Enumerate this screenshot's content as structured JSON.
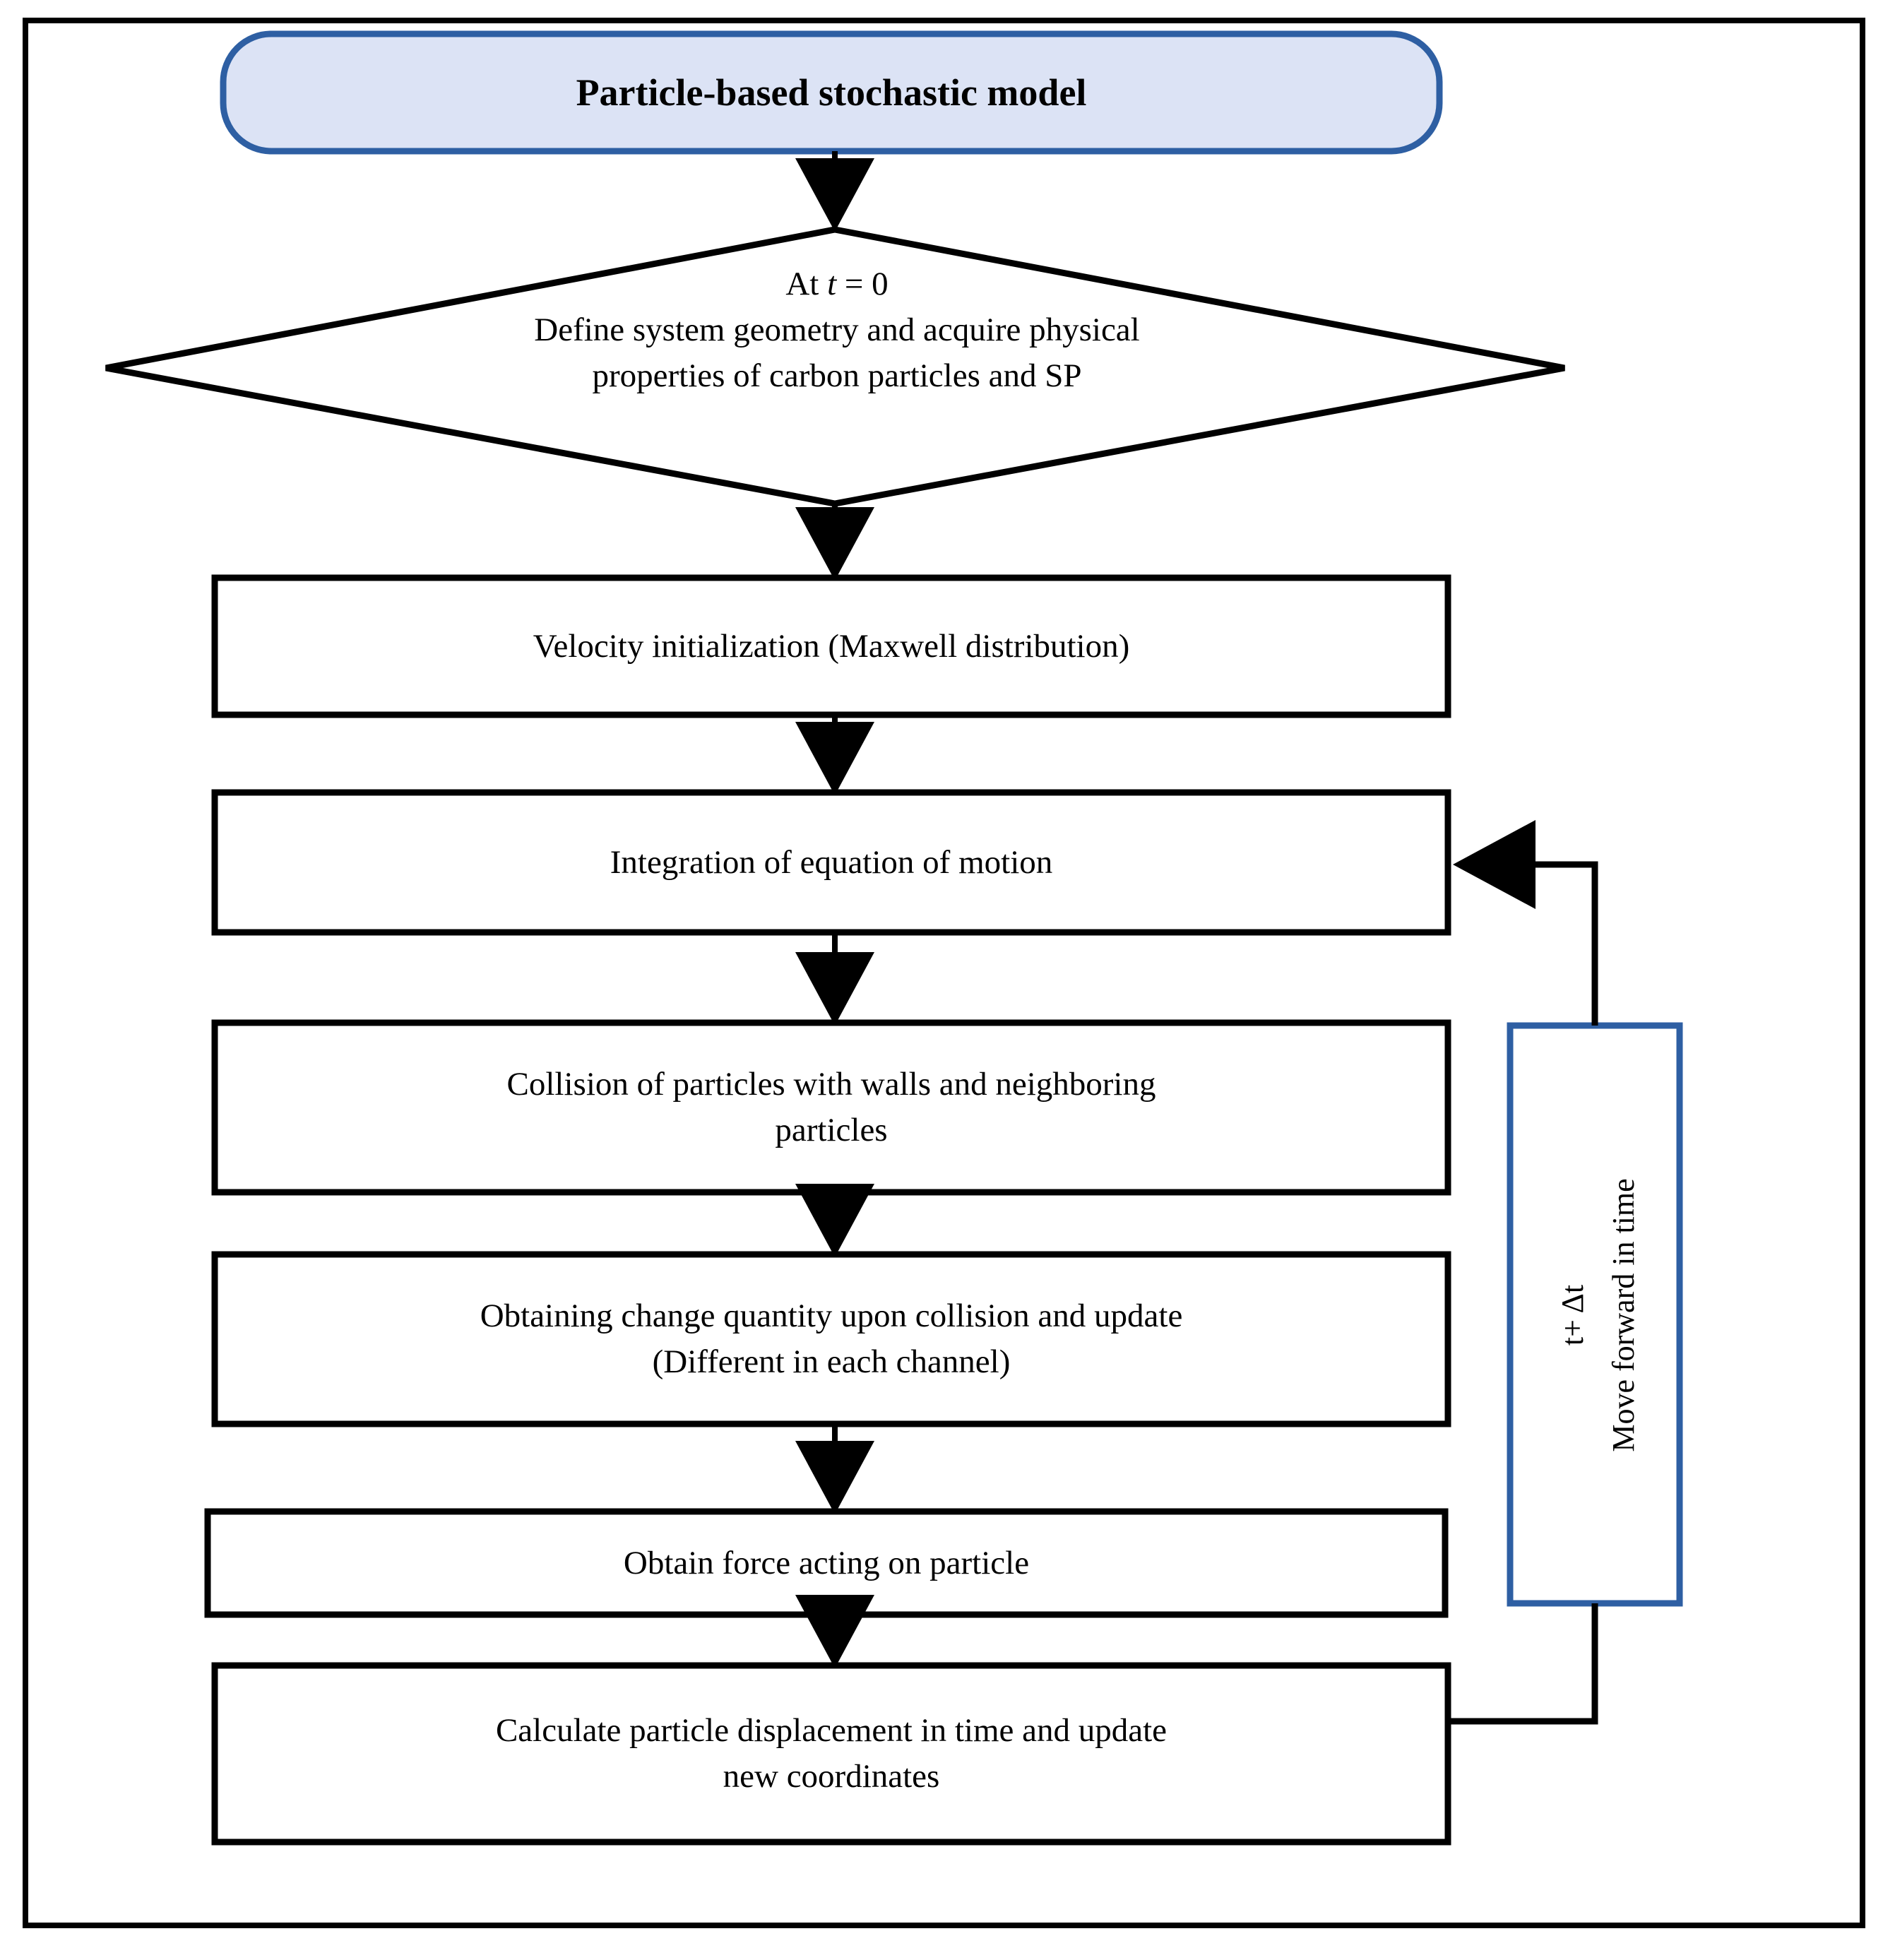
{
  "figure": {
    "type": "flowchart",
    "border_color": "#000000",
    "accent_color": "#2E5FA3",
    "title_fill": "#DCE3F5",
    "node_fill": "#FFFFFF",
    "line_color": "#000000"
  },
  "nodes": {
    "title": {
      "label": "Particle-based stochastic model",
      "shape": "rounded-rectangle"
    },
    "init": {
      "shape": "diamond",
      "line1_prefix": "At ",
      "line1_var": "t",
      "line1_suffix": " = 0",
      "line2": "Define system geometry and acquire physical",
      "line3": "properties of carbon particles and SP"
    },
    "velocity": {
      "shape": "rectangle",
      "label": "Velocity initialization (Maxwell distribution)"
    },
    "integration": {
      "shape": "rectangle",
      "label": "Integration of equation of motion"
    },
    "collision": {
      "shape": "rectangle",
      "line1": "Collision of particles with walls and neighboring",
      "line2": "particles"
    },
    "update": {
      "shape": "rectangle",
      "line1": "Obtaining change quantity upon collision and update",
      "line2": "(Different in each channel)"
    },
    "force": {
      "shape": "rectangle",
      "label": "Obtain force acting on particle"
    },
    "displacement": {
      "shape": "rectangle",
      "line1": "Calculate particle displacement in time and update",
      "line2": "new coordinates"
    },
    "loop": {
      "shape": "rectangle",
      "orientation": "vertical",
      "line1_var_a": "t",
      "line1_op": " + Δ",
      "line1_var_b": "t",
      "line2": "Move forward in time"
    }
  },
  "edges": [
    {
      "from": "title",
      "to": "init",
      "style": "arrow-down"
    },
    {
      "from": "init",
      "to": "velocity",
      "style": "arrow-down"
    },
    {
      "from": "velocity",
      "to": "integration",
      "style": "arrow-down"
    },
    {
      "from": "integration",
      "to": "collision",
      "style": "arrow-down"
    },
    {
      "from": "collision",
      "to": "update",
      "style": "arrow-down"
    },
    {
      "from": "update",
      "to": "force",
      "style": "arrow-down"
    },
    {
      "from": "force",
      "to": "displacement",
      "style": "arrow-down"
    },
    {
      "from": "displacement",
      "to": "loop",
      "style": "elbow-right-up"
    },
    {
      "from": "loop",
      "to": "integration",
      "style": "elbow-up-left-arrow"
    }
  ]
}
